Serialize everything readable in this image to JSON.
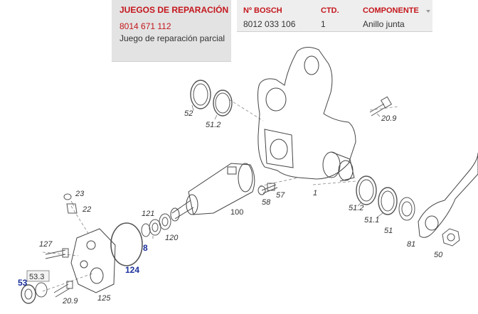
{
  "repair_kits": {
    "header": "JUEGOS DE REPARACIÓN",
    "kit_code": "8014 671 112",
    "kit_description": "Juego de reparación parcial"
  },
  "parts_table": {
    "headers": {
      "bosch_no": "Nº BOSCH",
      "qty": "CTD.",
      "component": "COMPONENTE"
    },
    "rows": [
      {
        "bosch_no": "8012 033 106",
        "qty": "1",
        "component": "Anillo junta"
      }
    ]
  },
  "callouts": {
    "c52": "52",
    "c51_2a": "51.2",
    "c20_9a": "20.9",
    "c1": "1",
    "c57": "57",
    "c58": "58",
    "c51_2b": "51.2",
    "c51_1": "51.1",
    "c51": "51",
    "c81": "81",
    "c50": "50",
    "c23": "23",
    "c22": "22",
    "c121": "121",
    "c120": "120",
    "c100": "100",
    "c8": "8",
    "c124": "124",
    "c127": "127",
    "c53_3": "53.3",
    "c53": "53",
    "c20_9b": "20.9",
    "c125": "125"
  },
  "colors": {
    "accent": "#c4161c",
    "highlight": "#1a2f9c",
    "panel": "#e3e3e3"
  }
}
